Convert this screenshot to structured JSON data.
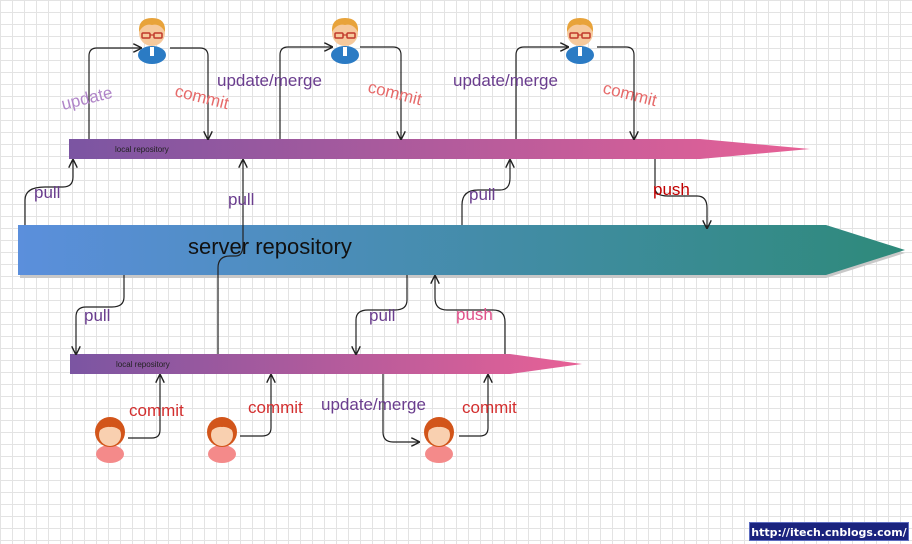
{
  "server": {
    "label": "server repository"
  },
  "local_top": {
    "label": "local repository"
  },
  "local_bottom": {
    "label": "local repository"
  },
  "labels": {
    "update": "update",
    "commit": "commit",
    "update_merge": "update/merge",
    "pull": "pull",
    "push": "push"
  },
  "footer": {
    "link": "http://itech.cnblogs.com/"
  },
  "colors": {
    "purple": "#6a3d8e",
    "light_purple": "#b085c8",
    "salmon": "#e66a6a",
    "red": "#d32f2f",
    "dark_red": "#c00000",
    "pink": "#e0508a",
    "server_start": "#5b8fdc",
    "server_end": "#2e8a7a",
    "local_start": "#7b55a2",
    "local_end": "#e86196"
  }
}
